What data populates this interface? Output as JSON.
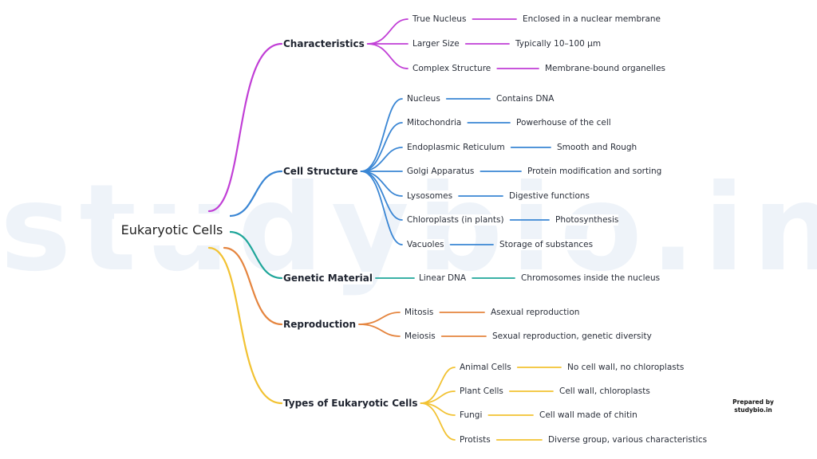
{
  "watermark": "studybio.in",
  "root": "Eukaryotic Cells",
  "credit": {
    "line1": "Prepared by",
    "line2": "studybio.in"
  },
  "branches": [
    {
      "label": "Characteristics",
      "color": "#c13fd6",
      "items": [
        {
          "term": "True Nucleus",
          "detail": "Enclosed in a nuclear membrane"
        },
        {
          "term": "Larger Size",
          "detail": "Typically 10–100 µm"
        },
        {
          "term": "Complex Structure",
          "detail": "Membrane-bound organelles"
        }
      ]
    },
    {
      "label": "Cell Structure",
      "color": "#3a86d4",
      "items": [
        {
          "term": "Nucleus",
          "detail": "Contains DNA"
        },
        {
          "term": "Mitochondria",
          "detail": "Powerhouse of the cell"
        },
        {
          "term": "Endoplasmic Reticulum",
          "detail": "Smooth and Rough"
        },
        {
          "term": "Golgi Apparatus",
          "detail": "Protein modification and sorting"
        },
        {
          "term": "Lysosomes",
          "detail": "Digestive functions"
        },
        {
          "term": "Chloroplasts (in plants)",
          "detail": "Photosynthesis"
        },
        {
          "term": "Vacuoles",
          "detail": "Storage of substances"
        }
      ]
    },
    {
      "label": "Genetic Material",
      "color": "#1fa69a",
      "items": [
        {
          "term": "Linear DNA",
          "detail": "Chromosomes inside the nucleus"
        }
      ]
    },
    {
      "label": "Reproduction",
      "color": "#e5853f",
      "items": [
        {
          "term": "Mitosis",
          "detail": "Asexual reproduction"
        },
        {
          "term": "Meiosis",
          "detail": "Sexual reproduction, genetic diversity"
        }
      ]
    },
    {
      "label": "Types of Eukaryotic Cells",
      "color": "#f2c232",
      "items": [
        {
          "term": "Animal Cells",
          "detail": "No cell wall, no chloroplasts"
        },
        {
          "term": "Plant Cells",
          "detail": "Cell wall, chloroplasts"
        },
        {
          "term": "Fungi",
          "detail": "Cell wall made of chitin"
        },
        {
          "term": "Protists",
          "detail": "Diverse group, various characteristics"
        }
      ]
    }
  ]
}
